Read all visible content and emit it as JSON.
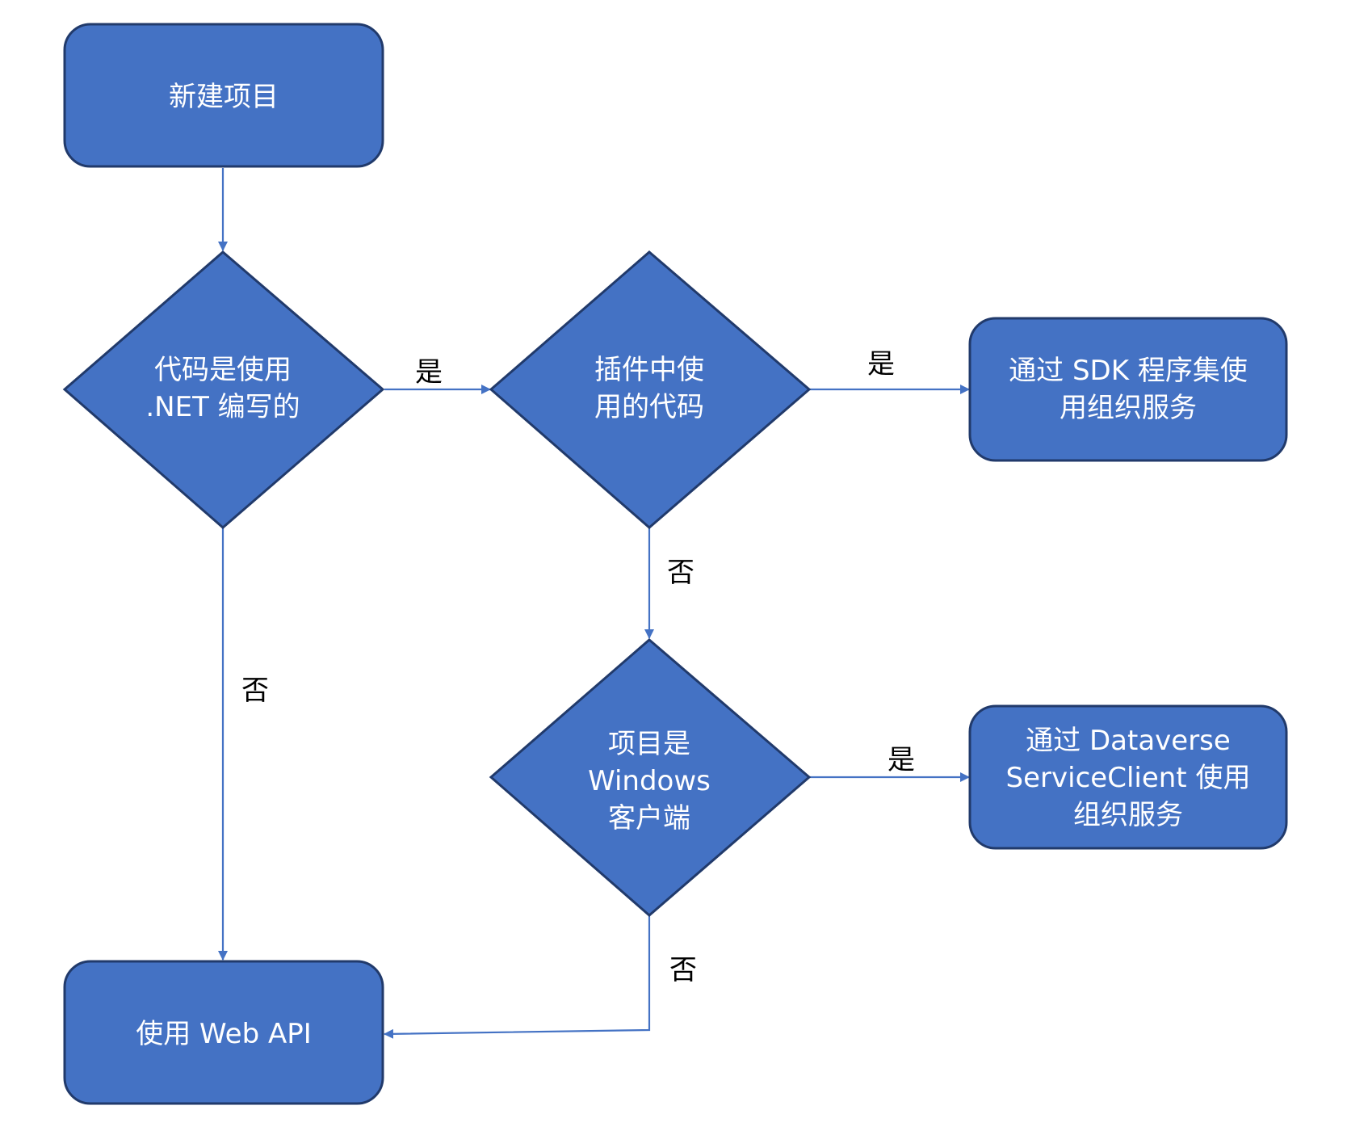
{
  "colors": {
    "node_fill": "#4472c4",
    "node_stroke": "#213a6b",
    "edge": "#4472c4",
    "node_text": "#ffffff",
    "label_text": "#000000"
  },
  "nodes": {
    "new_project": {
      "lines": [
        "新建项目"
      ]
    },
    "written_in_dotnet": {
      "lines": [
        "代码是使用",
        ".NET 编写的"
      ]
    },
    "code_in_plugin": {
      "lines": [
        "插件中使",
        "用的代码"
      ]
    },
    "sdk_assemblies": {
      "lines": [
        "通过 SDK 程序集使",
        "用组织服务"
      ]
    },
    "windows_client": {
      "lines": [
        "项目是",
        "Windows",
        "客户端"
      ]
    },
    "dataverse_serviceclient": {
      "lines": [
        "通过 Dataverse",
        "ServiceClient 使用",
        "组织服务"
      ]
    },
    "use_web_api": {
      "lines": [
        "使用 Web API"
      ]
    }
  },
  "edge_labels": {
    "dotnet_yes": "是",
    "dotnet_no": "否",
    "plugin_yes": "是",
    "plugin_no": "否",
    "windows_yes": "是",
    "windows_no": "否"
  }
}
